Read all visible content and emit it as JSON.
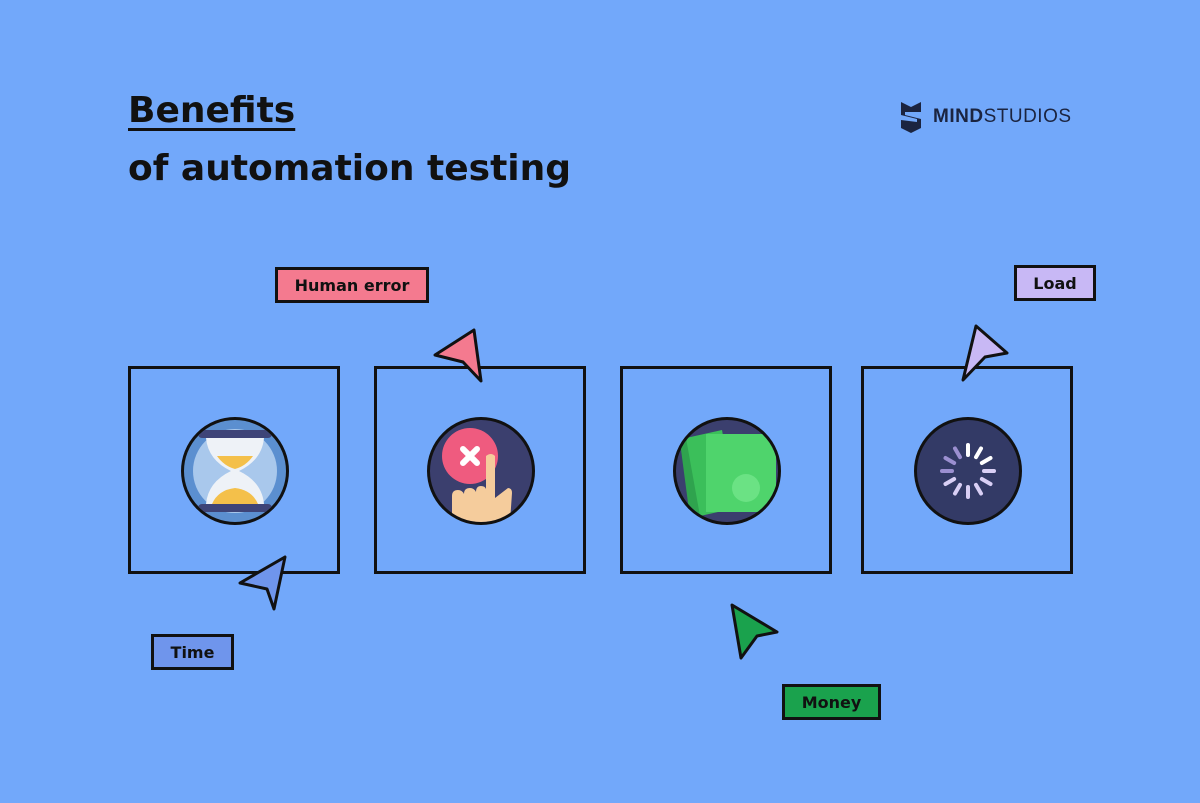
{
  "title": {
    "line1": "Benefits",
    "line2": "of automation testing"
  },
  "logo": {
    "bold": "MIND",
    "rest": "STUDIOS"
  },
  "labels": {
    "human_error": "Human error",
    "load": "Load",
    "time": "Time",
    "money": "Money"
  },
  "colors": {
    "background": "#72a8fa",
    "human_error": "#f47a8f",
    "load": "#c8b8f5",
    "time": "#6f95ec",
    "money": "#1aa24d"
  }
}
